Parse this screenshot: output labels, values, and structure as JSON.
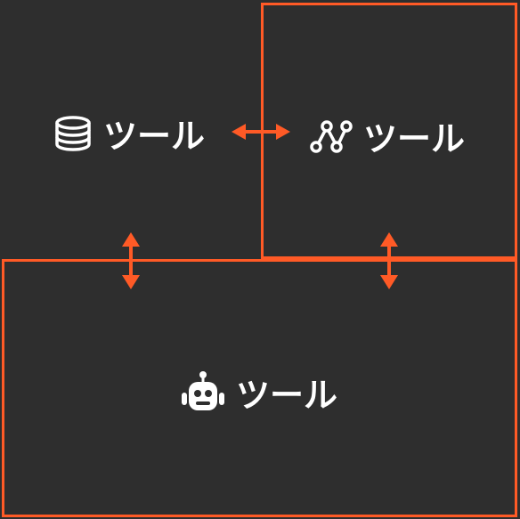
{
  "colors": {
    "background": "#2e2e2e",
    "accent": "#ff5a26",
    "text": "#ffffff"
  },
  "panels": [
    {
      "id": "database",
      "icon": "database-icon",
      "label": "ツール"
    },
    {
      "id": "graph",
      "icon": "graph-nodes-icon",
      "label": "ツール"
    },
    {
      "id": "robot",
      "icon": "robot-icon",
      "label": "ツール"
    }
  ]
}
